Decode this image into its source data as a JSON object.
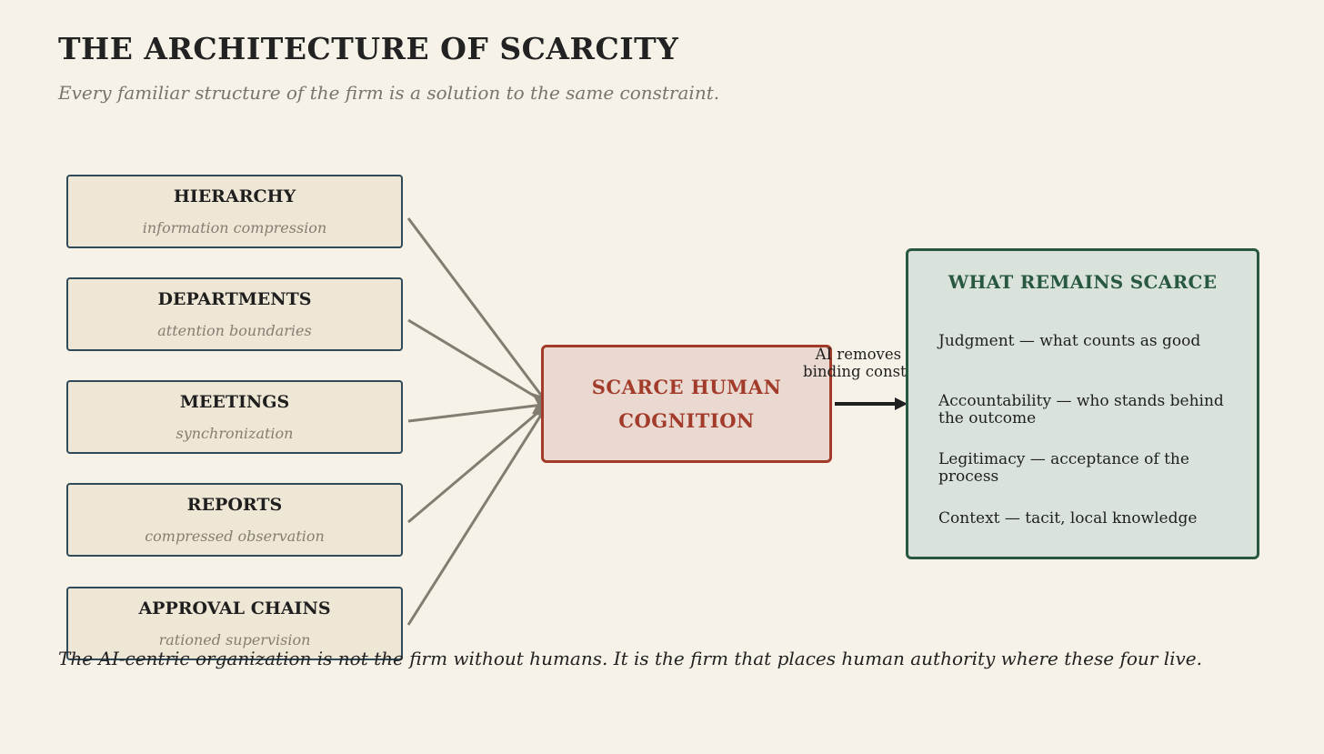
{
  "title": "THE ARCHITECTURE OF SCARCITY",
  "subtitle": "Every familiar structure of the firm is a solution to the same constraint.",
  "structures": [
    {
      "name": "HIERARCHY",
      "desc": "information compression"
    },
    {
      "name": "DEPARTMENTS",
      "desc": "attention boundaries"
    },
    {
      "name": "MEETINGS",
      "desc": "synchronization"
    },
    {
      "name": "REPORTS",
      "desc": "compressed observation"
    },
    {
      "name": "APPROVAL CHAINS",
      "desc": "rationed supervision"
    }
  ],
  "center": {
    "line1": "SCARCE HUMAN",
    "line2": "COGNITION"
  },
  "arrow_label": {
    "line1": "AI removes the",
    "line2": "binding constraint"
  },
  "remains": {
    "title": "WHAT REMAINS SCARCE",
    "items": [
      "Judgment — what counts as good",
      "Accountability — who stands behind the outcome",
      "Legitimacy — acceptance of the process",
      "Context — tacit, local knowledge"
    ]
  },
  "conclusion": "The AI-centric organization is not the firm without humans. It is the firm that places human authority where these four live.",
  "colors": {
    "background": "#f6f2e7",
    "structure_border": "#2f4a58",
    "center_accent": "#a23b2a",
    "remains_accent": "#285840",
    "connector": "#827d70"
  }
}
